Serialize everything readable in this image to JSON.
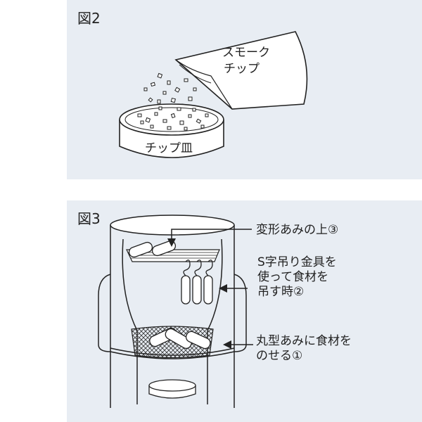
{
  "figure2": {
    "title": "図2",
    "bag_label_line1": "スモーク",
    "bag_label_line2": "チップ",
    "dish_label": "チップ皿"
  },
  "figure3": {
    "title": "図3",
    "callout_top": "変形あみの上③",
    "callout_mid_line1": "S字吊り金具を",
    "callout_mid_line2": "使って食材を",
    "callout_mid_line3": "吊す時②",
    "callout_bottom_line1": "丸型あみに食材を",
    "callout_bottom_line2": "のせる①"
  }
}
